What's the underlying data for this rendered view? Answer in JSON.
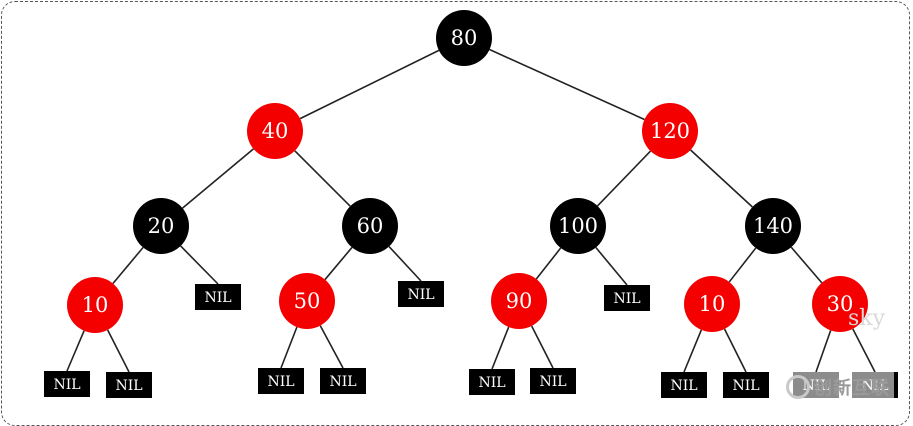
{
  "diagram": {
    "colors": {
      "red": "#f40000",
      "black": "#000000",
      "edge": "#222222"
    },
    "nodes": [
      {
        "id": "n80",
        "label": "80",
        "color": "black"
      },
      {
        "id": "n40",
        "label": "40",
        "color": "red"
      },
      {
        "id": "n120",
        "label": "120",
        "color": "red"
      },
      {
        "id": "n20",
        "label": "20",
        "color": "black"
      },
      {
        "id": "n60",
        "label": "60",
        "color": "black"
      },
      {
        "id": "n100",
        "label": "100",
        "color": "black"
      },
      {
        "id": "n140",
        "label": "140",
        "color": "black"
      },
      {
        "id": "n10a",
        "label": "10",
        "color": "red"
      },
      {
        "id": "n50",
        "label": "50",
        "color": "red"
      },
      {
        "id": "n90",
        "label": "90",
        "color": "red"
      },
      {
        "id": "n10b",
        "label": "10",
        "color": "red"
      },
      {
        "id": "n30",
        "label": "30",
        "color": "red"
      }
    ],
    "nil_label": "NIL",
    "nils": [
      {
        "id": "nil-20-right"
      },
      {
        "id": "nil-60-right"
      },
      {
        "id": "nil-100-right"
      },
      {
        "id": "nil-10a-left"
      },
      {
        "id": "nil-10a-right"
      },
      {
        "id": "nil-50-left"
      },
      {
        "id": "nil-50-right"
      },
      {
        "id": "nil-90-left"
      },
      {
        "id": "nil-90-right"
      },
      {
        "id": "nil-10b-left"
      },
      {
        "id": "nil-10b-right"
      },
      {
        "id": "nil-30-left"
      },
      {
        "id": "nil-30-right"
      }
    ],
    "edges": [
      [
        "n80",
        "n40"
      ],
      [
        "n80",
        "n120"
      ],
      [
        "n40",
        "n20"
      ],
      [
        "n40",
        "n60"
      ],
      [
        "n120",
        "n100"
      ],
      [
        "n120",
        "n140"
      ],
      [
        "n20",
        "n10a"
      ],
      [
        "n20",
        "nil-20-right"
      ],
      [
        "n60",
        "n50"
      ],
      [
        "n60",
        "nil-60-right"
      ],
      [
        "n100",
        "n90"
      ],
      [
        "n100",
        "nil-100-right"
      ],
      [
        "n140",
        "n10b"
      ],
      [
        "n140",
        "n30"
      ],
      [
        "n10a",
        "nil-10a-left"
      ],
      [
        "n10a",
        "nil-10a-right"
      ],
      [
        "n50",
        "nil-50-left"
      ],
      [
        "n50",
        "nil-50-right"
      ],
      [
        "n90",
        "nil-90-left"
      ],
      [
        "n90",
        "nil-90-right"
      ],
      [
        "n10b",
        "nil-10b-left"
      ],
      [
        "n10b",
        "nil-10b-right"
      ],
      [
        "n30",
        "nil-30-left"
      ],
      [
        "n30",
        "nil-30-right"
      ]
    ]
  },
  "watermark": {
    "sky_text": "sky",
    "logo_text": "创新互联"
  }
}
